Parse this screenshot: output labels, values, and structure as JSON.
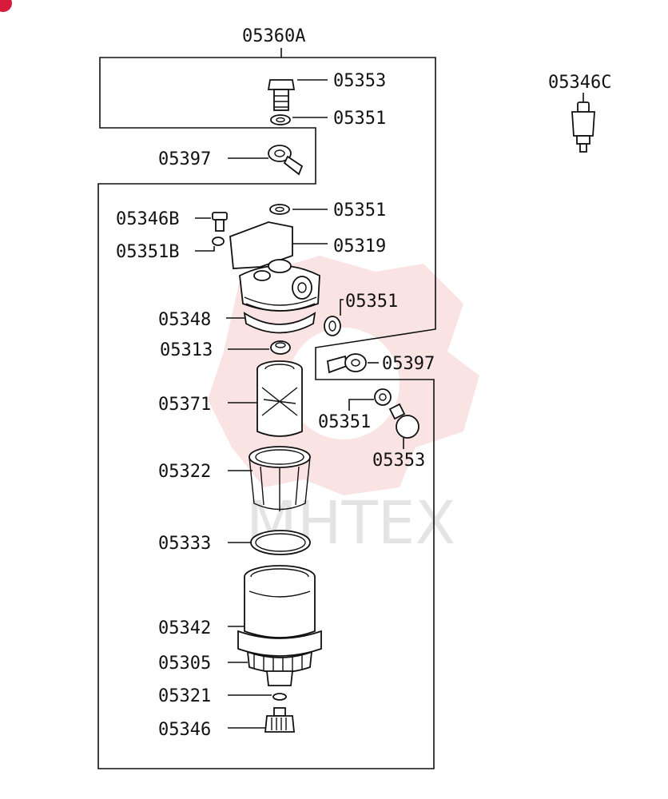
{
  "diagram": {
    "assembly_label": "05360A",
    "standalone_label": "05346C",
    "watermark": "MHTEX",
    "colors": {
      "line": "#111111",
      "watermark_logo": "#f2b0b0",
      "watermark_text": "#cfcfcf",
      "corner_badge": "#d81b3a"
    },
    "parts": {
      "p05353_top": "05353",
      "p05351_top": "05351",
      "p05397_top": "05397",
      "p05351_a": "05351",
      "p05346B": "05346B",
      "p05351B": "05351B",
      "p05319": "05319",
      "p05351_b": "05351",
      "p05348": "05348",
      "p05313": "05313",
      "p05397_b": "05397",
      "p05371": "05371",
      "p05351_c": "05351",
      "p05353_b": "05353",
      "p05322": "05322",
      "p05333": "05333",
      "p05342": "05342",
      "p05305": "05305",
      "p05321": "05321",
      "p05346": "05346"
    }
  }
}
